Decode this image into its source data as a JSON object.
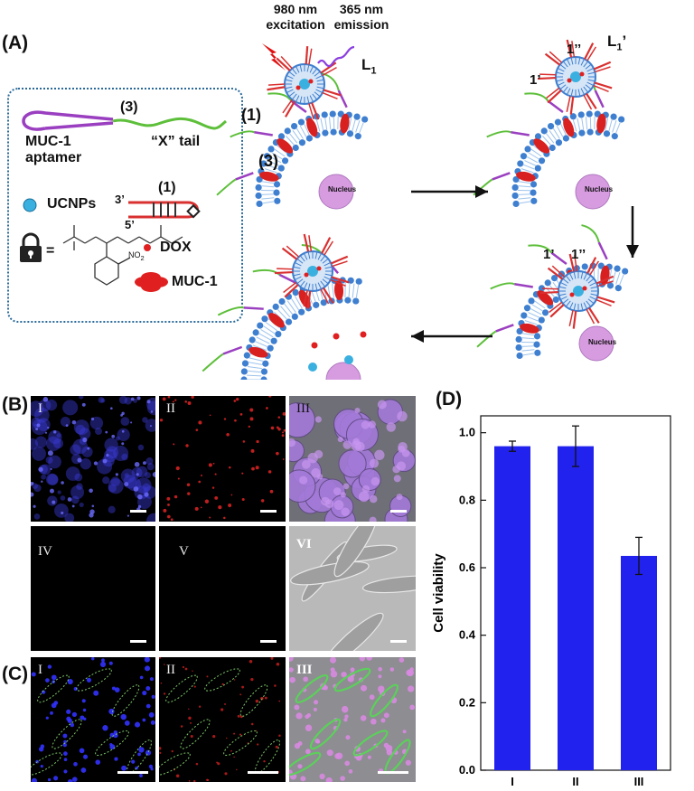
{
  "panel_a": {
    "letter": "(A)",
    "excitation_label": "980 nm excitation",
    "emission_label": "365 nm emission",
    "l1_label": "L",
    "l1_sub": "1",
    "l1_prime_label": "L",
    "l1_prime_sub": "1",
    "l1_prime_mark": "’",
    "label_1": "(1)",
    "label_3": "(3)",
    "label_1p": "1’",
    "label_1pp": "1’’",
    "nucleus": "Nucleus",
    "legend": {
      "label_3": "(3)",
      "aptamer": "MUC-1 aptamer",
      "x_tail": "“X” tail",
      "ucnps": "UCNPs",
      "label_1": "(1)",
      "end3": "3’",
      "end5": "5’",
      "equals": "=",
      "dox": "DOX",
      "muc1": "MUC-1",
      "no2": "NO",
      "no2_sub": "2"
    }
  },
  "panel_b": {
    "letter": "(B)",
    "labels": [
      "I",
      "II",
      "III",
      "IV",
      "V",
      "VI"
    ]
  },
  "panel_c": {
    "letter": "(C)",
    "labels": [
      "I",
      "II",
      "III"
    ]
  },
  "chart_data": {
    "type": "bar",
    "panel_letter": "(D)",
    "categories": [
      "I",
      "II",
      "III"
    ],
    "values": [
      0.96,
      0.96,
      0.635
    ],
    "errors": [
      0.015,
      0.06,
      0.055
    ],
    "ylabel": "Cell viability",
    "xlabel": "",
    "ylim": [
      0.0,
      1.05
    ],
    "yticks": [
      "0.0",
      "0.2",
      "0.4",
      "0.6",
      "0.8",
      "1.0"
    ],
    "bar_color": "#2222ee",
    "grid": false
  },
  "colors": {
    "membrane": "#3f7fd0",
    "receptor": "#d92020",
    "aptamer": "#9a3fc0",
    "tail": "#5dbf3a",
    "dna": "#d93030",
    "ucnp": "#3ab0e0",
    "nucleus": "#d79be0",
    "blue_fluor": "#3a3aff",
    "red_fluor": "#ff3030",
    "merge": "#a070d0"
  }
}
